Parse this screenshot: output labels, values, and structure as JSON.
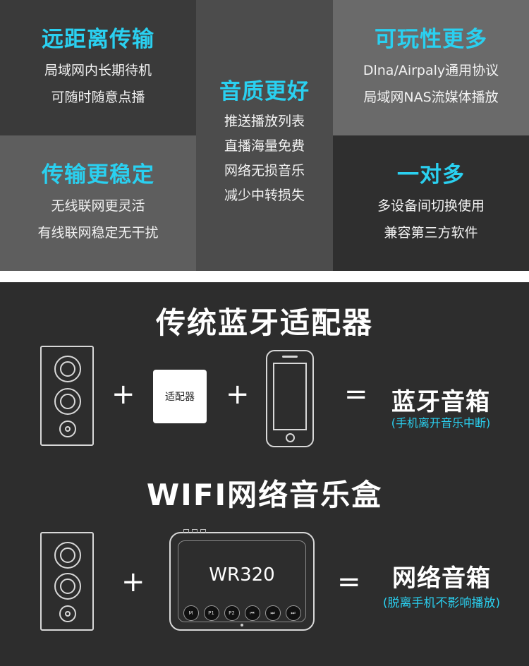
{
  "features": {
    "remote": {
      "title": "远距离传输",
      "lines": [
        "局域网内长期待机",
        "可随时随意点播"
      ]
    },
    "stable": {
      "title": "传输更稳定",
      "lines": [
        "无线联网更灵活",
        "有线联网稳定无干扰"
      ]
    },
    "quality": {
      "title": "音质更好",
      "lines": [
        "推送播放列表",
        "直播海量免费",
        "网络无损音乐",
        "减少中转损失"
      ]
    },
    "playability": {
      "title": "可玩性更多",
      "lines": [
        "Dlna/Airpaly通用协议",
        "局域网NAS流媒体播放"
      ]
    },
    "multi": {
      "title": "一对多",
      "lines": [
        "多设备间切换使用",
        "兼容第三方软件"
      ]
    }
  },
  "comparison": {
    "bluetooth": {
      "title": "传统蓝牙适配器",
      "adapter_label": "适配器",
      "plus": "+",
      "equals": "=",
      "result": "蓝牙音箱",
      "result_note": "(手机离开音乐中断)"
    },
    "wifi": {
      "title": "WIFI网络音乐盒",
      "model": "WR320",
      "plus": "+",
      "equals": "=",
      "result": "网络音箱",
      "result_note": "(脱离手机不影响播放)",
      "buttons": [
        "M",
        "P1",
        "P2",
        "⏮",
        "⏭",
        "⏭"
      ]
    }
  },
  "colors": {
    "accent": "#2ad0f0",
    "background": "#2d2d2d"
  }
}
